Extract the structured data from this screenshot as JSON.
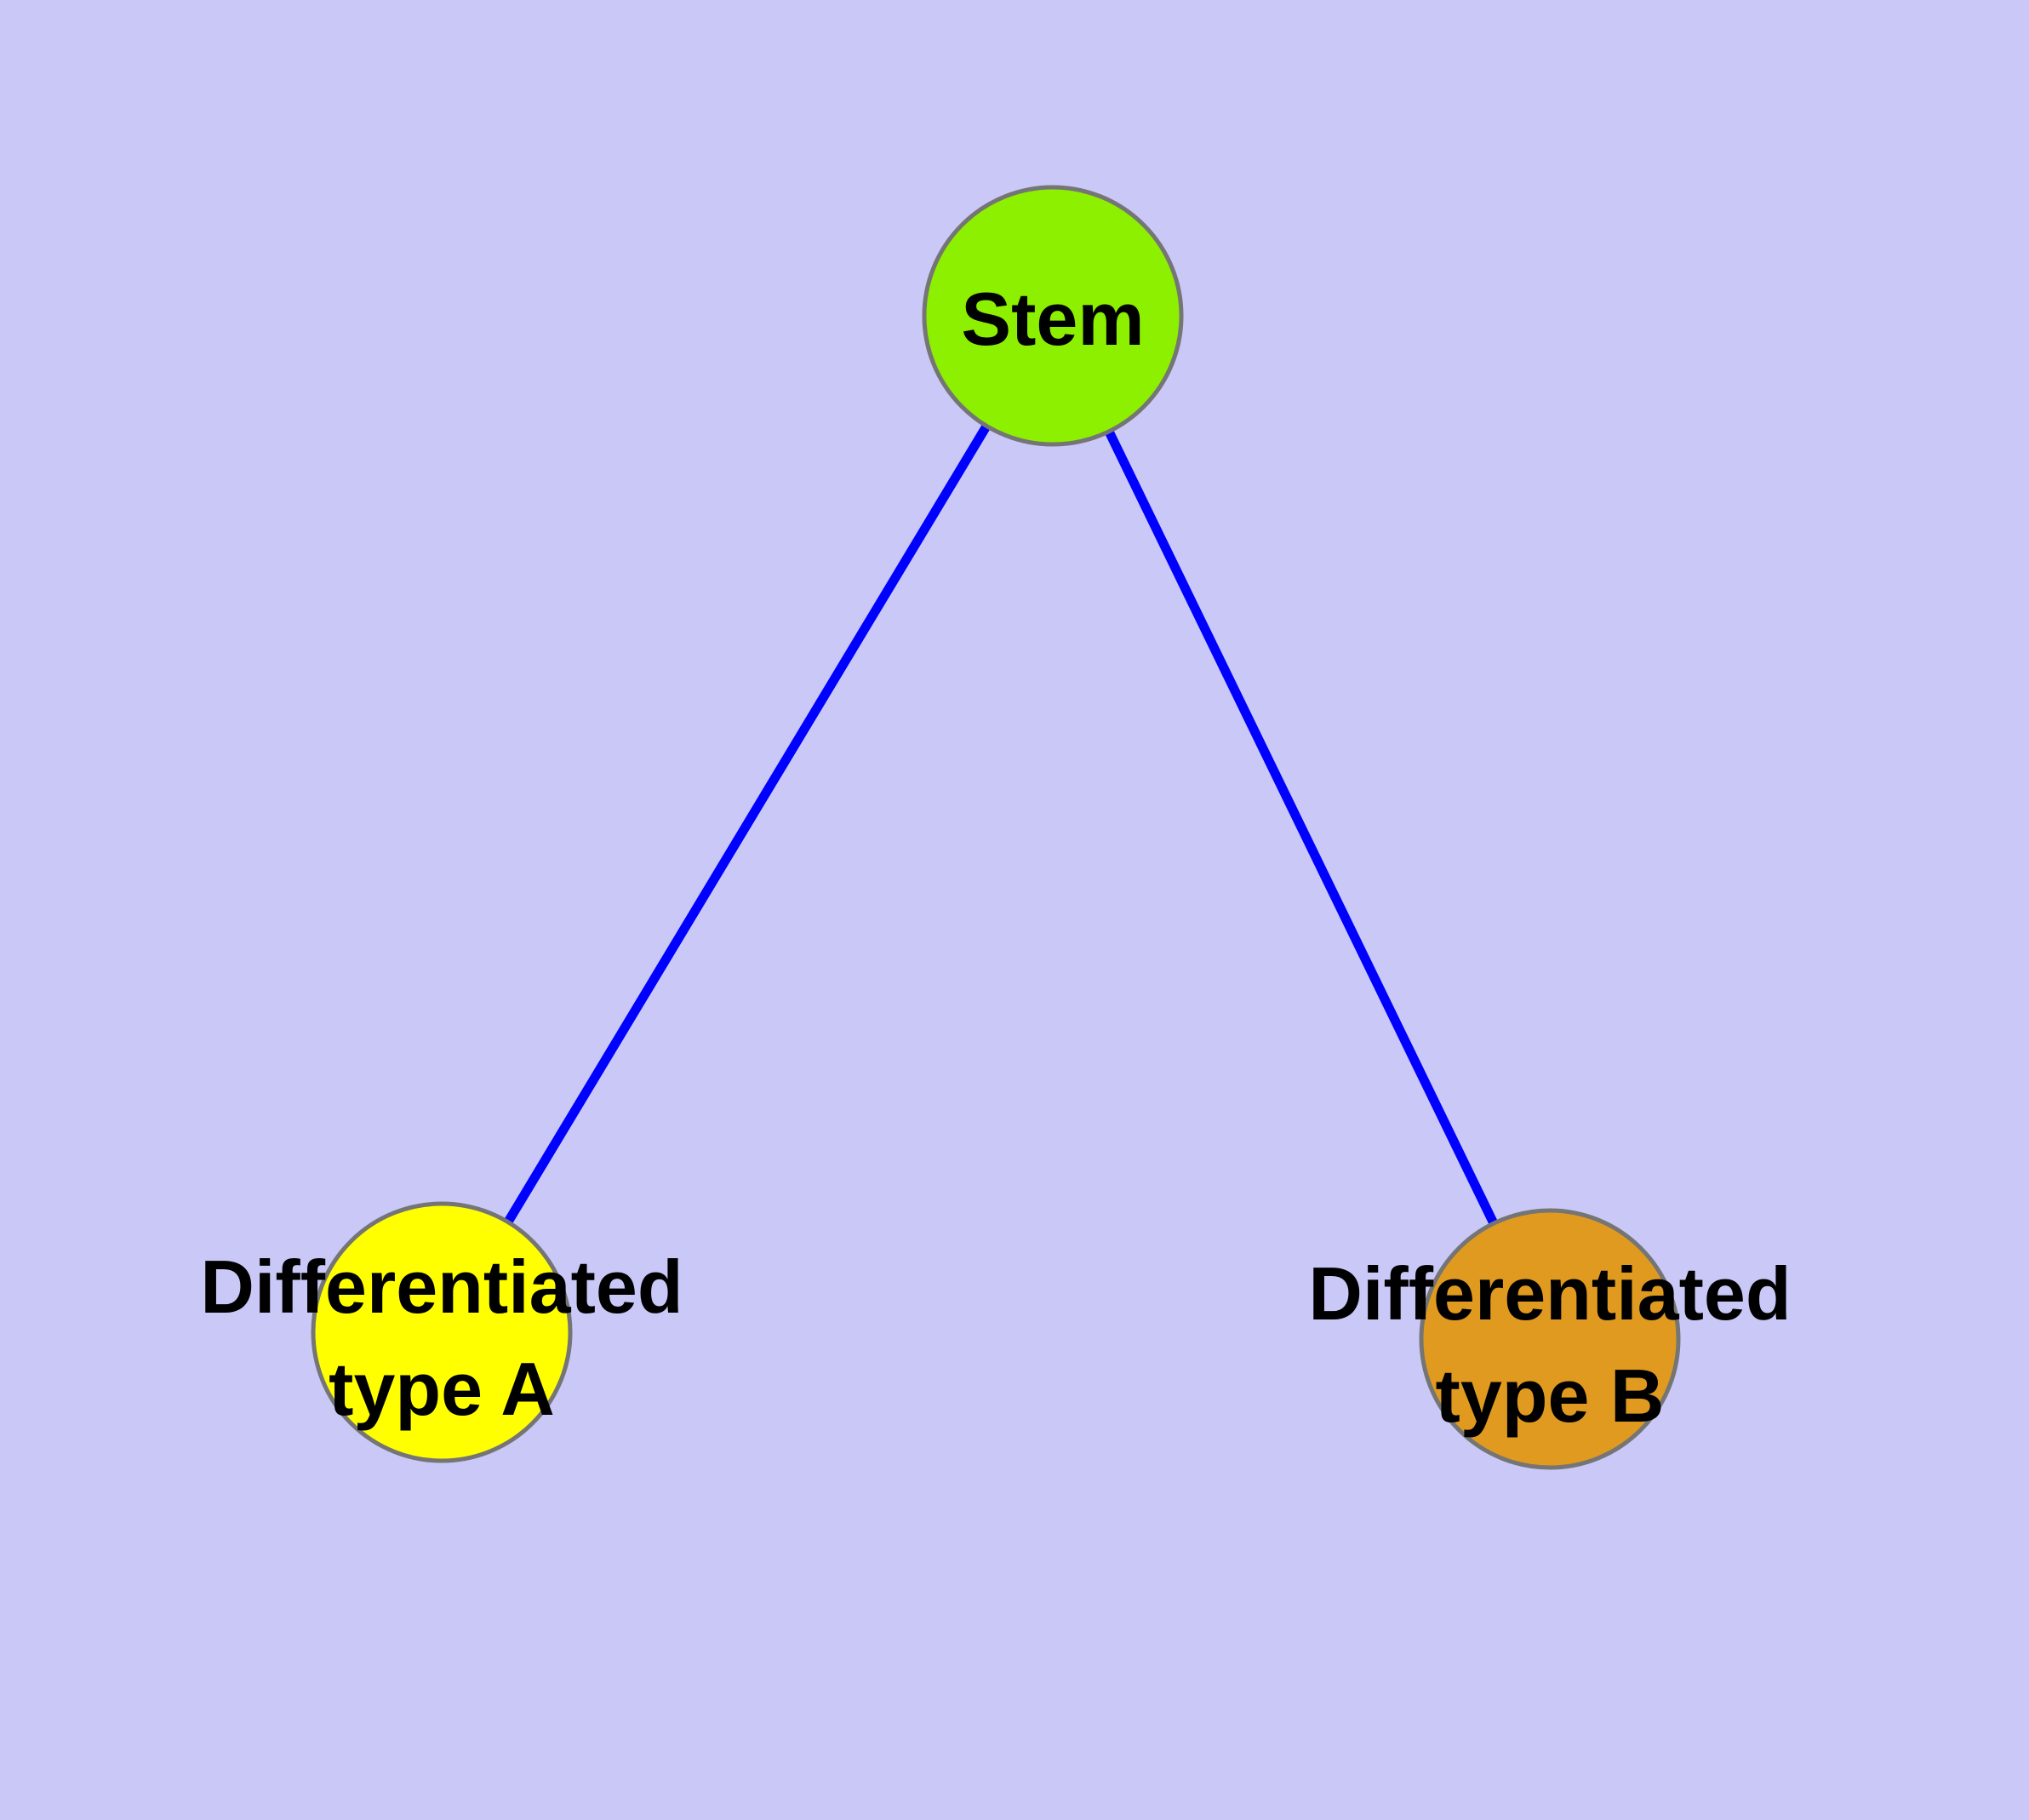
{
  "figure": {
    "kind": "graph-diagram",
    "background_color": "#C9C8F7"
  },
  "graph": {
    "edge_color": "#0000FF",
    "node_border_color": "#757575",
    "label_color": "#000000",
    "nodes": [
      {
        "id": "stem",
        "line1": "Stem",
        "line2": "",
        "fill": "#8CF000"
      },
      {
        "id": "diff-a",
        "line1": "Differentiated",
        "line2": "type A",
        "fill": "#FFFF00"
      },
      {
        "id": "diff-b",
        "line1": "Differentiated",
        "line2": "type B",
        "fill": "#E09A20"
      }
    ],
    "edges": [
      {
        "from": "stem",
        "to": "diff-a"
      },
      {
        "from": "stem",
        "to": "diff-b"
      }
    ]
  }
}
